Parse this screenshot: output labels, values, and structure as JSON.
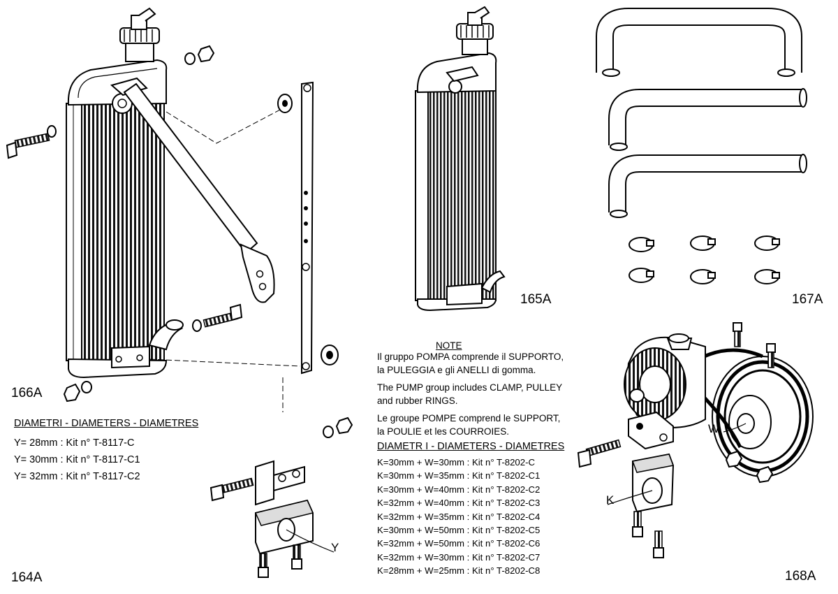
{
  "figure_labels": {
    "f164": "164A",
    "f165": "165A",
    "f166": "166A",
    "f167": "167A",
    "f168": "168A"
  },
  "callouts": {
    "y": "Y",
    "w": "W",
    "k": "K"
  },
  "note": {
    "title": "NOTE",
    "it": [
      "Il gruppo POMPA comprende il SUPPORTO,",
      "la PULEGGIA e gli ANELLI di gomma."
    ],
    "en": [
      "The PUMP group includes CLAMP, PULLEY",
      "and rubber RINGS."
    ],
    "fr": [
      "Le groupe POMPE comprend le SUPPORT,",
      "la POULIE et les COURROIES."
    ]
  },
  "pump_kits": {
    "heading": "DIAMETR I - DIAMETERS - DIAMETRES",
    "items": [
      "K=30mm + W=30mm : Kit n° T-8202-C",
      "K=30mm + W=35mm : Kit n° T-8202-C1",
      "K=30mm + W=40mm : Kit n° T-8202-C2",
      "K=32mm + W=40mm : Kit n° T-8202-C3",
      "K=32mm + W=35mm : Kit n° T-8202-C4",
      "K=30mm + W=50mm : Kit n° T-8202-C5",
      "K=32mm + W=50mm : Kit n° T-8202-C6",
      "K=32mm + W=30mm : Kit n° T-8202-C7",
      "K=28mm + W=25mm : Kit n° T-8202-C8"
    ]
  },
  "clamp_kits": {
    "heading": "DIAMETRI - DIAMETERS - DIAMETRES",
    "items": [
      "Y= 28mm : Kit n° T-8117-C",
      "Y= 30mm : Kit n° T-8117-C1",
      "Y= 32mm : Kit n° T-8117-C2"
    ]
  }
}
